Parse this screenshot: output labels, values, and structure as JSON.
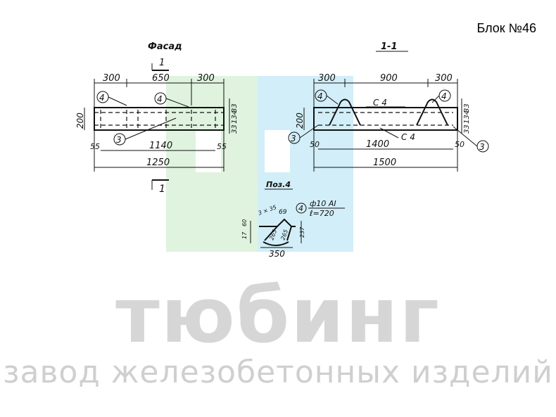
{
  "block_title": "Блок №46",
  "facade": {
    "title": "Фасад",
    "section_mark": "1",
    "dims_top": [
      "300",
      "650",
      "300"
    ],
    "dim_1140": "1140",
    "dim_1250": "1250",
    "dim_55_left": "55",
    "dim_55_right": "55",
    "dim_200": "200",
    "dims_right": [
      "33",
      "134",
      "33"
    ],
    "callout_4a": "4",
    "callout_4b": "4",
    "callout_3": "3"
  },
  "section_view": {
    "title": "1-1",
    "dims_top": [
      "300",
      "900",
      "300"
    ],
    "dim_1400": "1400",
    "dim_1500": "1500",
    "dim_50_left": "50",
    "dim_50_right": "50",
    "dim_200": "200",
    "dims_right": [
      "33",
      "134",
      "33"
    ],
    "label_c4_top": "С 4",
    "label_c4_bottom": "С 4",
    "callout_4a": "4",
    "callout_4b": "4",
    "callout_3a": "3",
    "callout_3b": "3"
  },
  "pos4": {
    "title": "Поз.4",
    "spec_diameter": "ф10 АI",
    "spec_length": "ℓ=720",
    "callout_4": "4",
    "dim_3x35": "3 × 35",
    "dim_69": "69",
    "dim_17": "17",
    "dim_60": "60",
    "dim_237": "237",
    "dim_265a": "265",
    "dim_265b": "265",
    "dim_350": "350"
  },
  "watermark": {
    "brand": "тюбинг",
    "tagline": "завод железобетонных изделий",
    "colors": {
      "green": "#dff3df",
      "blue": "#d2eef8"
    }
  }
}
